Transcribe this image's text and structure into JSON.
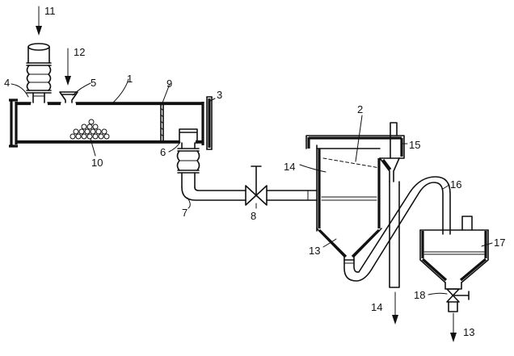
{
  "labels": {
    "l1": "1",
    "l2": "2",
    "l3": "3",
    "l4": "4",
    "l5": "5",
    "l6": "6",
    "l7": "7",
    "l8": "8",
    "l9": "9",
    "l10": "10",
    "l11": "11",
    "l12": "12",
    "l13a": "13",
    "l13b": "13",
    "l14a": "14",
    "l14b": "14",
    "l15": "15",
    "l16": "16",
    "l17": "17",
    "l18": "18"
  }
}
